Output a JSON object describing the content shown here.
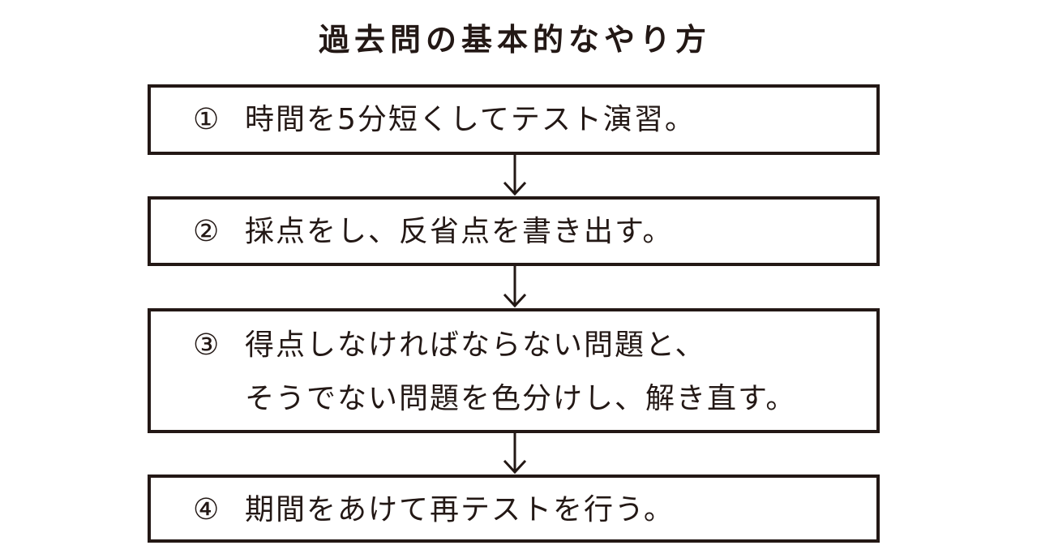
{
  "title": "過去問の基本的なやり方",
  "steps": [
    {
      "number": "①",
      "lines": [
        "時間を5分短くしてテスト演習。"
      ]
    },
    {
      "number": "②",
      "lines": [
        "採点をし、反省点を書き出す。"
      ]
    },
    {
      "number": "③",
      "lines": [
        "得点しなければならない問題と、",
        "そうでない問題を色分けし、解き直す。"
      ]
    },
    {
      "number": "④",
      "lines": [
        "期間をあけて再テストを行う。"
      ]
    }
  ],
  "colors": {
    "ink": "#231815",
    "background": "#ffffff"
  },
  "icons": {
    "connector": "arrow-down-icon"
  }
}
